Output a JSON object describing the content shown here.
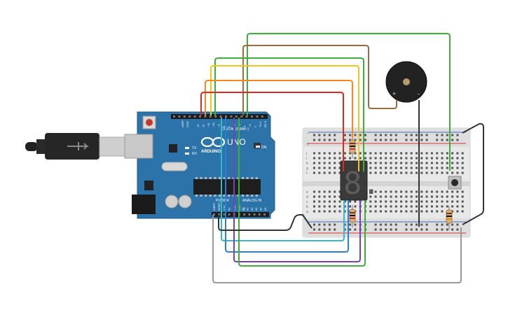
{
  "board": {
    "logo_text": "ARDUINO",
    "model_text": "UNO",
    "digital_header_text": "DIGITAL (PWM~)",
    "power_header_text": "POWER",
    "analog_header_text": "ANALOG IN",
    "tx_label": "TX",
    "rx_label": "RX",
    "on_label": "ON",
    "aref_label": "AREF",
    "gnd_label": "GND",
    "reset_label": "RESET",
    "digital_pin_labels": [
      "13",
      "12",
      "~11",
      "~10",
      "~9",
      "8",
      "7",
      "~6",
      "~5",
      "4",
      "~3",
      "2",
      "TX 1",
      "RX 0"
    ],
    "power_pin_labels": [
      "IOREF",
      "RESET",
      "3.3V",
      "5V",
      "GND",
      "GND",
      "Vin"
    ],
    "analog_pin_labels": [
      "A0",
      "A1",
      "A2",
      "A3",
      "A4",
      "A5"
    ]
  },
  "breadboard": {
    "rail_plus": "+",
    "rail_minus": "-",
    "row_letters_top": [
      "j",
      "i",
      "h",
      "g",
      "f"
    ],
    "row_letters_bottom": [
      "e",
      "d",
      "c",
      "b",
      "a"
    ]
  },
  "buzzer": {
    "plus_label": "+",
    "minus_label": "-"
  },
  "display": {
    "digit_text": "8."
  },
  "colors": {
    "board_blue": "#2b73a8",
    "breadboard_gray": "#e6e6e6",
    "wire_red": "#d92b22",
    "wire_orange": "#f08a1c",
    "wire_yellow": "#f2c51b",
    "wire_green": "#3fad3a",
    "wire_brown": "#9b6a40",
    "wire_cyan": "#37b8c9",
    "wire_blue": "#2e7fd0",
    "wire_purple": "#7a3fb5",
    "wire_black": "#333333",
    "wire_gray": "#999999"
  }
}
